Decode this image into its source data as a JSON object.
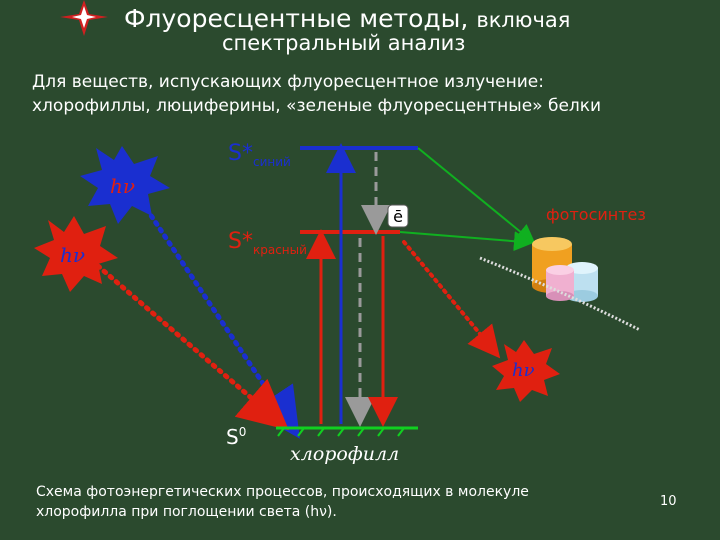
{
  "title": {
    "main": "Флуоресцентные методы,",
    "sub": "включая",
    "line2": "спектральный анализ"
  },
  "intro": {
    "line1": "Для веществ, испускающих флуоресцентное излучение:",
    "line2": "хлорофиллы, люциферины, «зеленые флуоресцентные» белки"
  },
  "diagram": {
    "s_blue": "S*",
    "s_blue_sub": "синий",
    "s_red": "S*",
    "s_red_sub": "красный",
    "s0": "S",
    "s0_sup": "0",
    "electron": "ē",
    "photosynthesis": "фотосинтез",
    "photon": "hν",
    "chlorophyll": "хлорофилл",
    "colors": {
      "blue": "#1a2fd0",
      "red": "#e02010",
      "green": "#10b020",
      "gray": "#b0b0b0",
      "dashed_gray": "#9a9a9a"
    }
  },
  "caption": {
    "line1": "Схема фотоэнергетических процессов, происходящих в молекуле",
    "line2": "хлорофилла при поглощении света (hν)."
  },
  "page_number": "10"
}
